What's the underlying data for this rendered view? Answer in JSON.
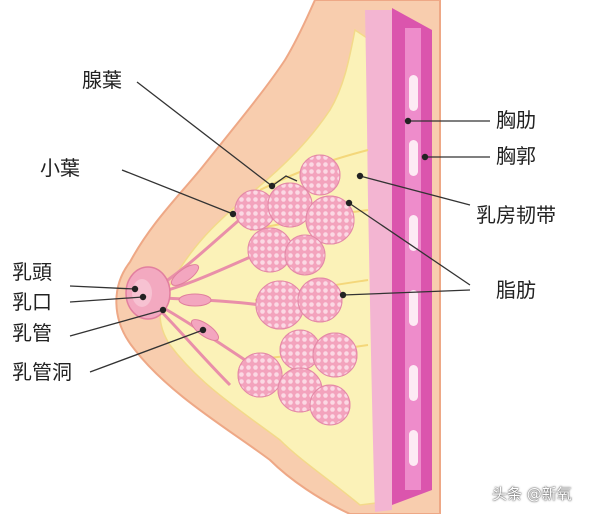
{
  "labels": {
    "xianye": "腺葉",
    "xiaoye": "小葉",
    "rutou": "乳頭",
    "rukou": "乳口",
    "ruguan": "乳管",
    "ruguandong": "乳管洞",
    "xiongjin": "胸肋",
    "xiongguo": "胸郭",
    "rufang_rendai": "乳房韧带",
    "zhifang": "脂肪"
  },
  "watermark": "头条 @新氧",
  "colors": {
    "skin": "#f7c6a4",
    "skin_edge": "#eea886",
    "fat": "#fbf2b4",
    "lobule": "#f3a3bd",
    "lobule_dot": "#fde3ec",
    "muscle": "#ee9fc9",
    "chest_wall": "#d94aa8",
    "rib": "#fdeaf4",
    "leader_line": "#333333"
  }
}
